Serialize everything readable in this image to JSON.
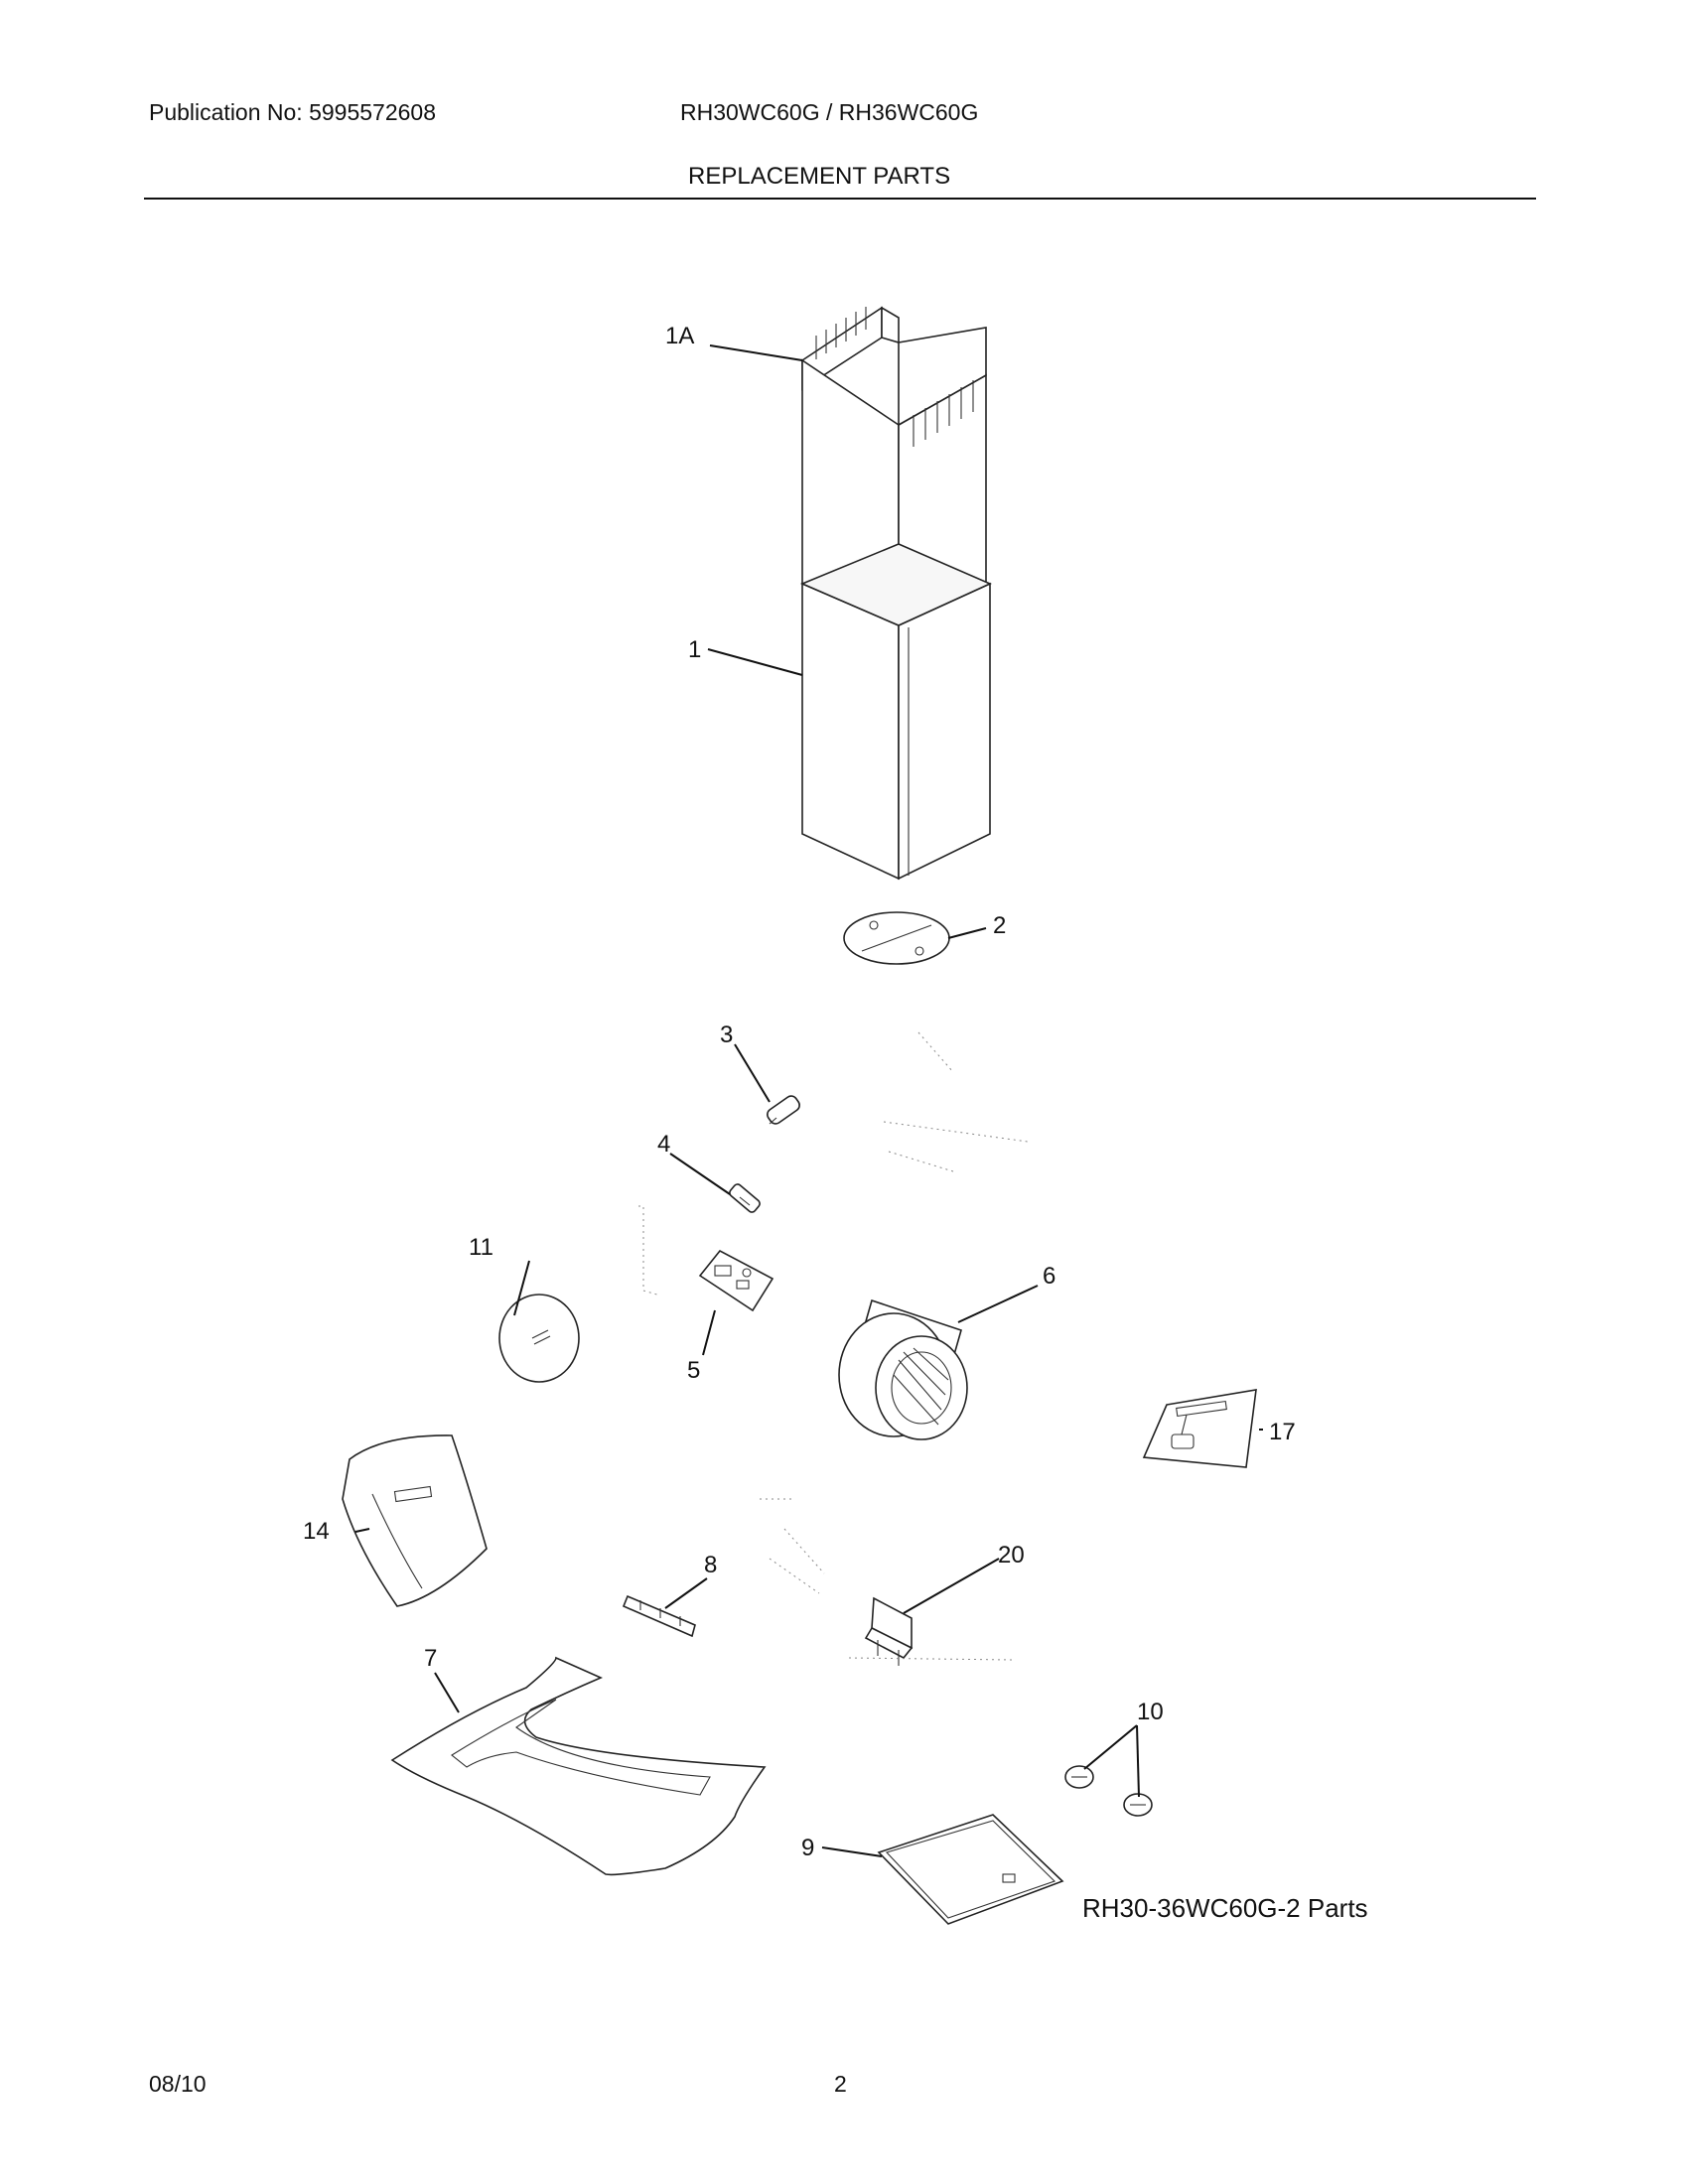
{
  "header": {
    "publication": "Publication No: 5995572608",
    "models": "RH30WC60G / RH36WC60G",
    "title": "REPLACEMENT PARTS"
  },
  "callouts": {
    "p1A": "1A",
    "p1": "1",
    "p2": "2",
    "p3": "3",
    "p4": "4",
    "p5": "5",
    "p6": "6",
    "p7": "7",
    "p8": "8",
    "p9": "9",
    "p10": "10",
    "p11": "11",
    "p14": "14",
    "p17": "17",
    "p20": "20"
  },
  "caption": "RH30-36WC60G-2 Parts",
  "footer": {
    "date": "08/10",
    "page": "2"
  }
}
